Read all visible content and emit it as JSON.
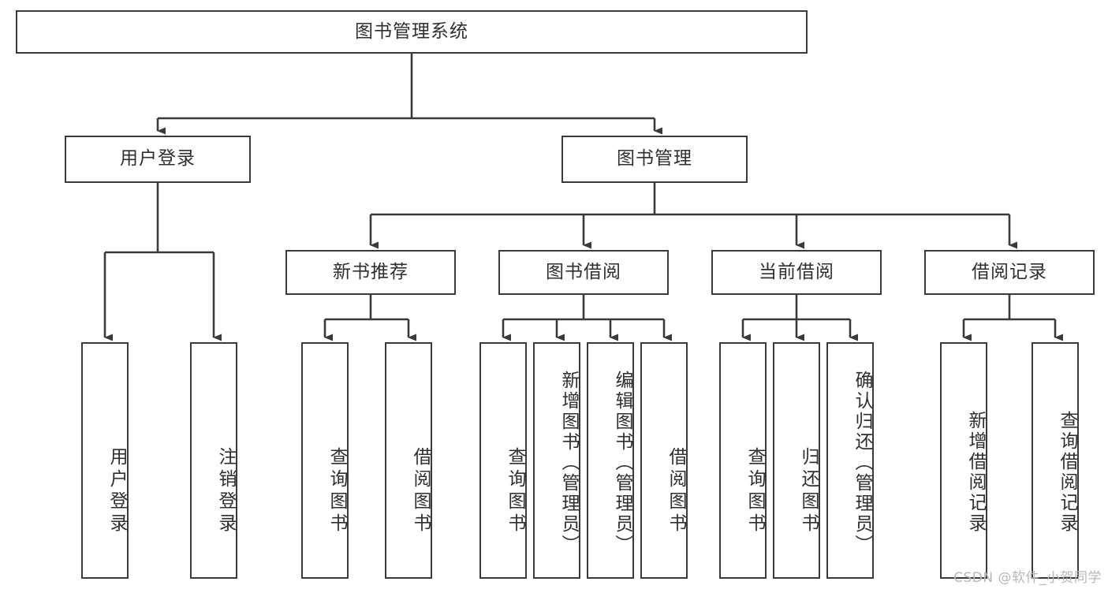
{
  "diagram": {
    "type": "tree-hierarchy-chart",
    "title_node": {
      "label": "图书管理系统"
    },
    "level2": [
      {
        "id": "user-login",
        "label": "用户登录"
      },
      {
        "id": "book-manage",
        "label": "图书管理"
      }
    ],
    "level3": [
      {
        "id": "new-book-recommend",
        "label": "新书推荐",
        "parent": "book-manage"
      },
      {
        "id": "book-borrow",
        "label": "图书借阅",
        "parent": "book-manage"
      },
      {
        "id": "current-borrow",
        "label": "当前借阅",
        "parent": "book-manage"
      },
      {
        "id": "borrow-record",
        "label": "借阅记录",
        "parent": "book-manage"
      }
    ],
    "leaves": [
      {
        "id": "leaf-user-login",
        "label": "用户登录",
        "parent": "user-login"
      },
      {
        "id": "leaf-user-logout",
        "label": "注销登录",
        "parent": "user-login"
      },
      {
        "id": "leaf-query-book-1",
        "label": "查询图书",
        "parent": "new-book-recommend"
      },
      {
        "id": "leaf-borrow-book-1",
        "label": "借阅图书",
        "parent": "new-book-recommend"
      },
      {
        "id": "leaf-query-book-2",
        "label": "查询图书",
        "parent": "book-borrow"
      },
      {
        "id": "leaf-add-book",
        "label": "新增图书（管理员）",
        "parent": "book-borrow"
      },
      {
        "id": "leaf-edit-book",
        "label": "编辑图书（管理员）",
        "parent": "book-borrow"
      },
      {
        "id": "leaf-borrow-book-2",
        "label": "借阅图书",
        "parent": "book-borrow"
      },
      {
        "id": "leaf-query-book-3",
        "label": "查询图书",
        "parent": "current-borrow"
      },
      {
        "id": "leaf-return-book",
        "label": "归还图书",
        "parent": "current-borrow"
      },
      {
        "id": "leaf-confirm-return",
        "label": "确认归还（管理员）",
        "parent": "current-borrow"
      },
      {
        "id": "leaf-add-record",
        "label": "新增借阅记录",
        "parent": "borrow-record"
      },
      {
        "id": "leaf-query-record",
        "label": "查询借阅记录",
        "parent": "borrow-record"
      }
    ]
  },
  "watermark": {
    "text": "CSDN @软件_小贺同学"
  },
  "colors": {
    "stroke": "#3a3a3a",
    "text": "#2f2f2f",
    "background": "#ffffff",
    "watermark": "#b8b8b8"
  }
}
